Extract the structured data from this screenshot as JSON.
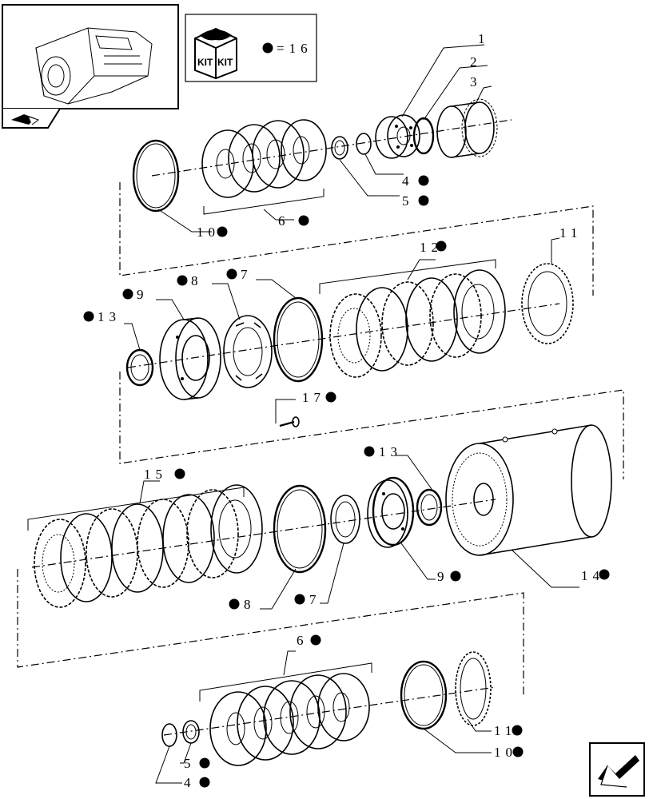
{
  "kit_box": {
    "kit_word": "KIT",
    "legend_text": "=16"
  },
  "labels": [
    {
      "id": "l1",
      "text": "1",
      "dot": false
    },
    {
      "id": "l2",
      "text": "2",
      "dot": false
    },
    {
      "id": "l3",
      "text": "3",
      "dot": false
    },
    {
      "id": "l4a",
      "text": "4",
      "dot": true
    },
    {
      "id": "l5a",
      "text": "5",
      "dot": true
    },
    {
      "id": "l6a",
      "text": "6",
      "dot": true
    },
    {
      "id": "l10a",
      "text": "10",
      "dot": true
    },
    {
      "id": "l11a",
      "text": "11",
      "dot": false
    },
    {
      "id": "l12",
      "text": "12",
      "dot": true
    },
    {
      "id": "l7a",
      "text": "7",
      "dot": true
    },
    {
      "id": "l8a",
      "text": "8",
      "dot": true
    },
    {
      "id": "l9a",
      "text": "9",
      "dot": true
    },
    {
      "id": "l13a",
      "text": "13",
      "dot": true
    },
    {
      "id": "l17",
      "text": "17",
      "dot": true
    },
    {
      "id": "l13b",
      "text": "13",
      "dot": true
    },
    {
      "id": "l15",
      "text": "15",
      "dot": true
    },
    {
      "id": "l9b",
      "text": "9",
      "dot": true
    },
    {
      "id": "l14",
      "text": "14",
      "dot": true
    },
    {
      "id": "l8b",
      "text": "8",
      "dot": true
    },
    {
      "id": "l7b",
      "text": "7",
      "dot": true
    },
    {
      "id": "l6b",
      "text": "6",
      "dot": true
    },
    {
      "id": "l11b",
      "text": "11",
      "dot": true
    },
    {
      "id": "l10b",
      "text": "10",
      "dot": true
    },
    {
      "id": "l5b",
      "text": "5",
      "dot": true
    },
    {
      "id": "l4b",
      "text": "4",
      "dot": true
    }
  ]
}
